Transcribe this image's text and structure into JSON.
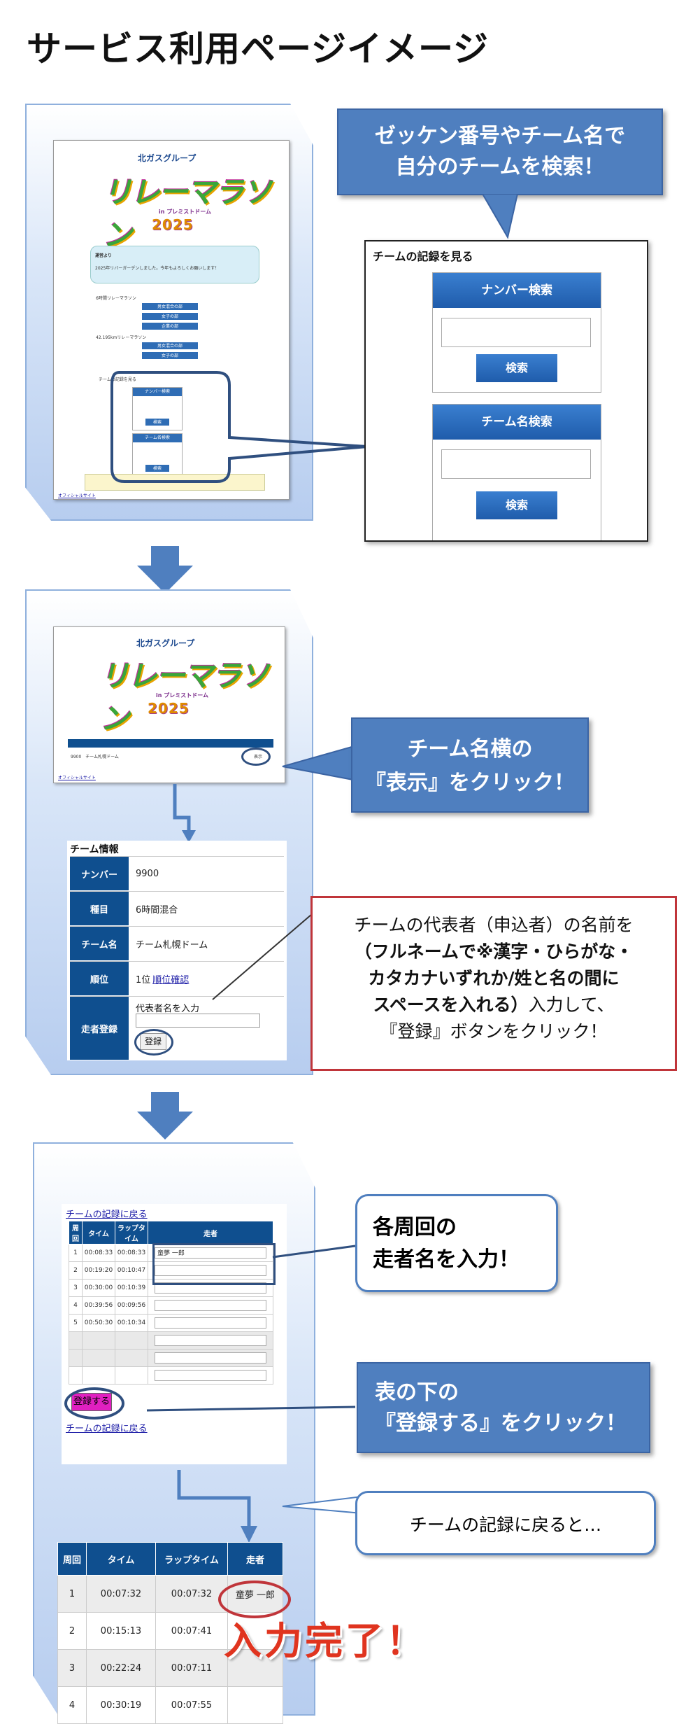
{
  "title": "サービス利用ページイメージ",
  "step1": {
    "brand": "北ガスグループ",
    "logo_main": "リレーマラソン",
    "logo_sub": "in プレミストドーム",
    "logo_year": "2025",
    "callout": "ゼッケン番号やチーム名で\n自分のチームを検索！",
    "search_title": "チームの記録を見る",
    "number_search_header": "ナンバー検索",
    "team_search_header": "チーム名検索",
    "search_button": "検索",
    "mini_notice_title": "運営より",
    "mini_notice_text": "2025年リバーガーデンしました。今年もよろしくお願いします！",
    "mini_line1": "6時間リレーマラソン",
    "mini_line2": "42.195kmリレーマラソン",
    "mini_btn1": "男女混合の部",
    "mini_btn2": "女子の部",
    "mini_btn3": "企業の部",
    "mini_search_title": "チームの記録を見る",
    "mini_footer": "オフィシャルサイト"
  },
  "step2": {
    "brand": "北ガスグループ",
    "logo_main": "リレーマラソン",
    "logo_sub": "in プレミストドーム",
    "logo_year": "2025",
    "mini_row": "9900　チーム札幌ドーム",
    "mini_show": "表示",
    "mini_footer": "オフィシャルサイト",
    "callout": "チーム名横の\n『表示』をクリック！",
    "team_info_title": "チーム情報",
    "rows": [
      {
        "label": "ナンバー",
        "value": "9900"
      },
      {
        "label": "種目",
        "value": "6時間混合"
      },
      {
        "label": "チーム名",
        "value": "チーム札幌ドーム"
      },
      {
        "label": "順位",
        "value": "1位",
        "link": "順位確認"
      },
      {
        "label": "走者登録",
        "value": "代表者名を入力"
      }
    ],
    "register_button": "登録",
    "instruction_plain1": "チームの代表者（申込者）の名前を",
    "instruction_bold": "（フルネームで※漢字・ひらがな・\nカタカナいずれか/姓と名の間に\nスペースを入れる）",
    "instruction_plain2": "入力して、",
    "instruction_plain3": "『登録』ボタンをクリック！"
  },
  "step3": {
    "back_link": "チームの記録に戻る",
    "lap_headers": [
      "周回",
      "タイム",
      "ラップタイム",
      "走者"
    ],
    "lap_rows": [
      {
        "lap": "1",
        "time": "00:08:33",
        "lap_time": "00:08:33",
        "runner": "童夢 一郎"
      },
      {
        "lap": "2",
        "time": "00:19:20",
        "lap_time": "00:10:47",
        "runner": ""
      },
      {
        "lap": "3",
        "time": "00:30:00",
        "lap_time": "00:10:39",
        "runner": ""
      },
      {
        "lap": "4",
        "time": "00:39:56",
        "lap_time": "00:09:56",
        "runner": ""
      },
      {
        "lap": "5",
        "time": "00:50:30",
        "lap_time": "00:10:34",
        "runner": ""
      },
      {
        "lap": "",
        "time": "",
        "lap_time": "",
        "runner": ""
      },
      {
        "lap": "",
        "time": "",
        "lap_time": "",
        "runner": ""
      },
      {
        "lap": "",
        "time": "",
        "lap_time": "",
        "runner": ""
      }
    ],
    "register_button": "登録する",
    "callout_runner": "各周回の\n走者名を入力！",
    "callout_register": "表の下の\n『登録する』をクリック！",
    "callout_return": "チームの記録に戻ると…",
    "record_headers": [
      "周回",
      "タイム",
      "ラップタイム",
      "走者"
    ],
    "record_rows": [
      {
        "lap": "1",
        "time": "00:07:32",
        "lap_time": "00:07:32",
        "runner": "童夢 一郎"
      },
      {
        "lap": "2",
        "time": "00:15:13",
        "lap_time": "00:07:41",
        "runner": ""
      },
      {
        "lap": "3",
        "time": "00:22:24",
        "lap_time": "00:07:11",
        "runner": ""
      },
      {
        "lap": "4",
        "time": "00:30:19",
        "lap_time": "00:07:55",
        "runner": ""
      }
    ],
    "completed": "入力完了！"
  }
}
